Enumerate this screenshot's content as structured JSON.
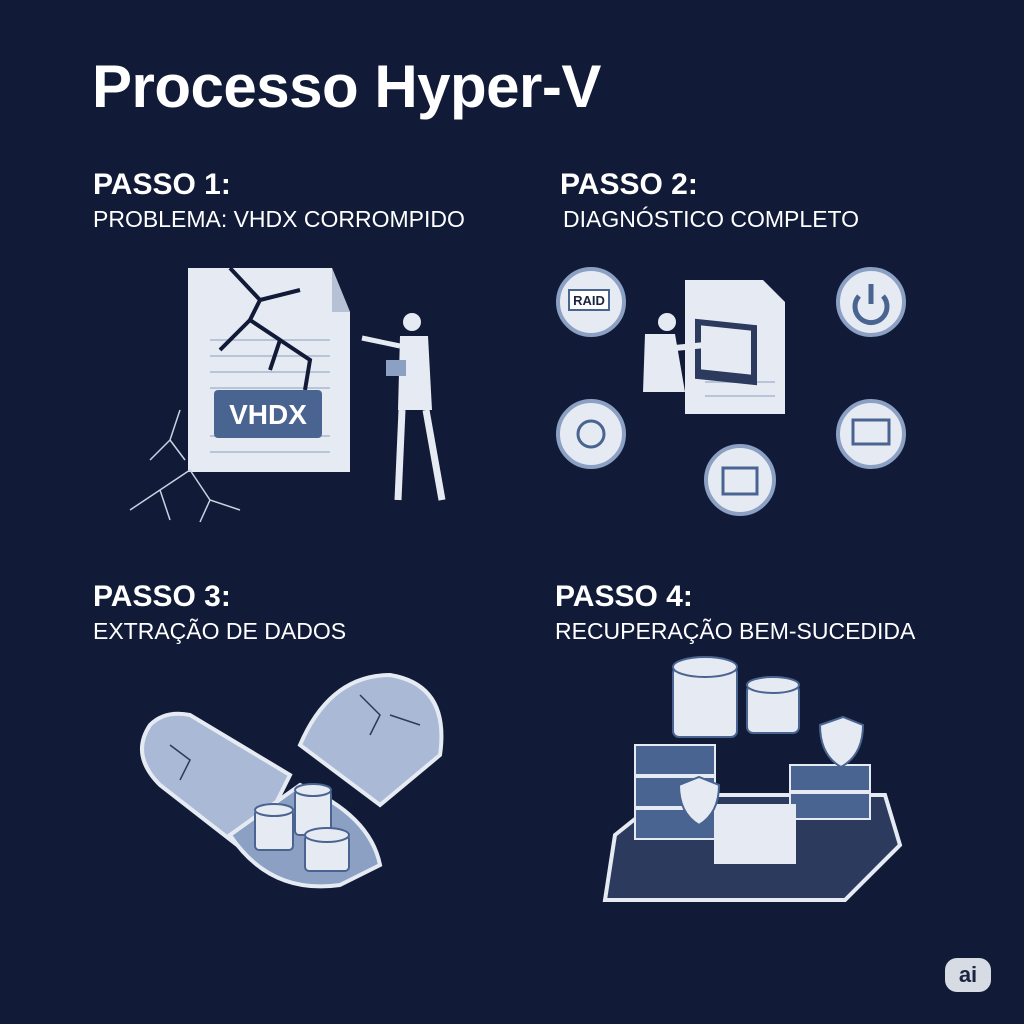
{
  "title": "Processo Hyper-V",
  "steps": [
    {
      "label": "PASSO 1:",
      "description": "PROBLEMA: VHDX CORROMPIDO",
      "illustration_text": "VHDX"
    },
    {
      "label": "PASSO 2:",
      "description": "DIAGNÓSTICO COMPLETO",
      "illustration_text": "RAID"
    },
    {
      "label": "PASSO 3:",
      "description": "EXTRAÇÃO DE DADOS"
    },
    {
      "label": "PASSO 4:",
      "description": "RECUPERAÇÃO BEM-SUCEDIDA"
    }
  ],
  "badge": "ai",
  "colors": {
    "background": "#111b37",
    "accent": "#4a6491",
    "light": "#e6ebf3"
  }
}
